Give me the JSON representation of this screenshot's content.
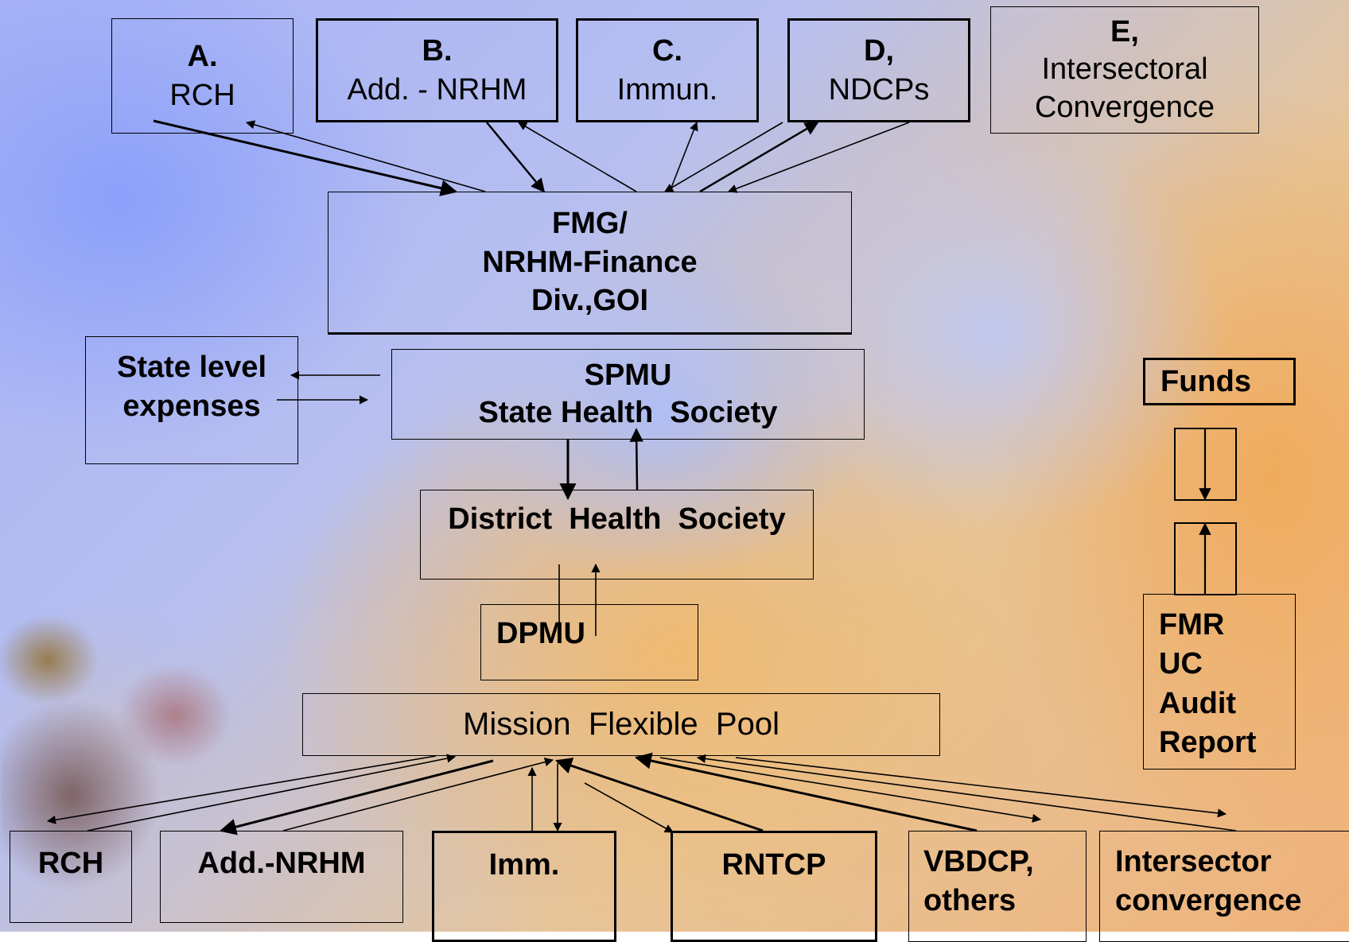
{
  "top_row": {
    "a": {
      "letter": "A.",
      "name": "RCH"
    },
    "b": {
      "letter": "B.",
      "name": "Add. - NRHM"
    },
    "c": {
      "letter": "C.",
      "name": "Immun."
    },
    "d": {
      "letter": "D,",
      "name": "NDCPs"
    },
    "e": {
      "letter": "E,",
      "line1": "Intersectoral",
      "line2": "Convergence"
    }
  },
  "fmg": {
    "line1": "FMG/",
    "line2": "NRHM-Finance",
    "line3": "Div.,GOI"
  },
  "state_expenses": {
    "line1": "State level",
    "line2": "expenses"
  },
  "spmu": {
    "line1": "SPMU",
    "line2": "State Health  Society"
  },
  "district": {
    "label": "District  Health  Society"
  },
  "dpmu": {
    "label": "DPMU"
  },
  "pool": {
    "label": "Mission  Flexible  Pool"
  },
  "bottom_row": {
    "rch": "RCH",
    "add_nrhm": "Add.-NRHM",
    "imm": "Imm.",
    "rntcp": "RNTCP",
    "vbdcp_1": "VBDCP,",
    "vbdcp_2": "others",
    "inter_1": "Intersector",
    "inter_2": "convergence"
  },
  "legend": {
    "funds": "Funds",
    "fmr": "FMR",
    "uc": "UC",
    "audit": "Audit",
    "report": "Report"
  }
}
